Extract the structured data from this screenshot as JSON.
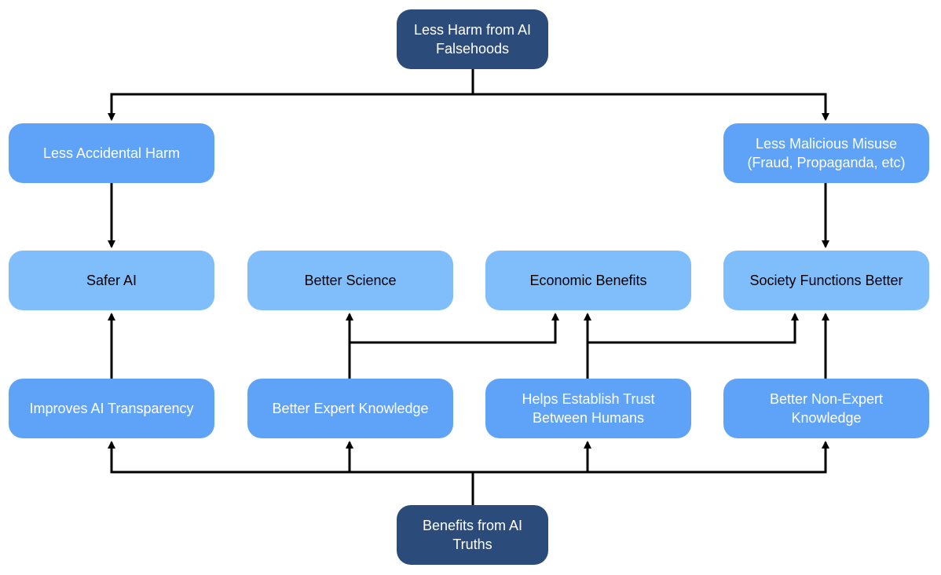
{
  "diagram": {
    "top": {
      "label": "Less Harm from AI\nFalsehoods"
    },
    "bottom": {
      "label": "Benefits from AI\nTruths"
    },
    "harm_row": {
      "accidental": "Less Accidental Harm",
      "malicious": "Less Malicious Misuse\n(Fraud, Propaganda, etc)"
    },
    "outcome_row": {
      "safer_ai": "Safer AI",
      "better_science": "Better Science",
      "economic": "Economic Benefits",
      "society": "Society Functions Better"
    },
    "truth_row": {
      "transparency": "Improves AI Transparency",
      "expert": "Better Expert Knowledge",
      "trust": "Helps Establish Trust\nBetween Humans",
      "non_expert": "Better Non-Expert\nKnowledge"
    }
  },
  "colors": {
    "dark_node": "#2b4c7b",
    "mid_node": "#5ea3f8",
    "light_node": "#7fbdfb",
    "connector": "#000000"
  }
}
